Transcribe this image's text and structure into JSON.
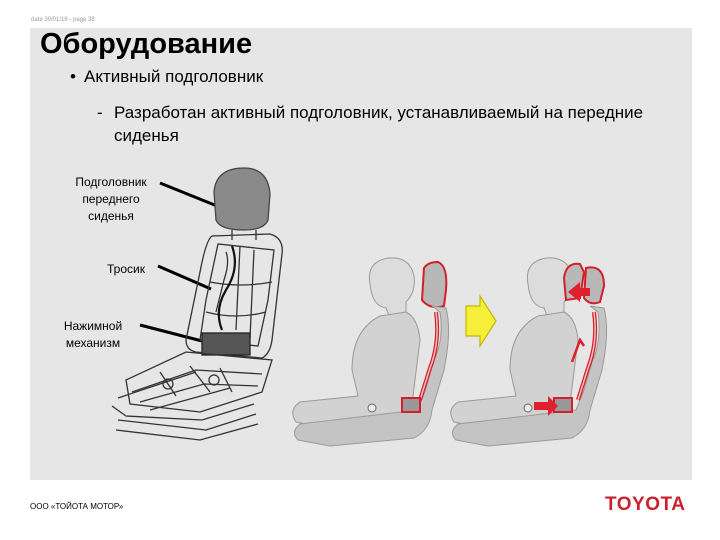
{
  "header": {
    "date_text": "date 30/01/16 - page 38",
    "title": "Оборудование"
  },
  "content": {
    "bullet": "Активный подголовник",
    "sub_bullet": "Разработан активный подголовник, устанавливаемый на передние сиденья"
  },
  "labels": {
    "headrest_line1": "Подголовник",
    "headrest_line2": "переднего",
    "headrest_line3": "сиденья",
    "cable": "Тросик",
    "mechanism_line1": "Нажимной",
    "mechanism_line2": "механизм"
  },
  "footer": {
    "company": "ООО «ТОЙОТА МОТОР»",
    "logo_text": "TOYOTA"
  },
  "colors": {
    "panel_bg": "#e6e6e6",
    "brand_red": "#cc1f2d",
    "arrow_yellow": "#f5ef3a",
    "highlight_red": "#e0202a"
  }
}
